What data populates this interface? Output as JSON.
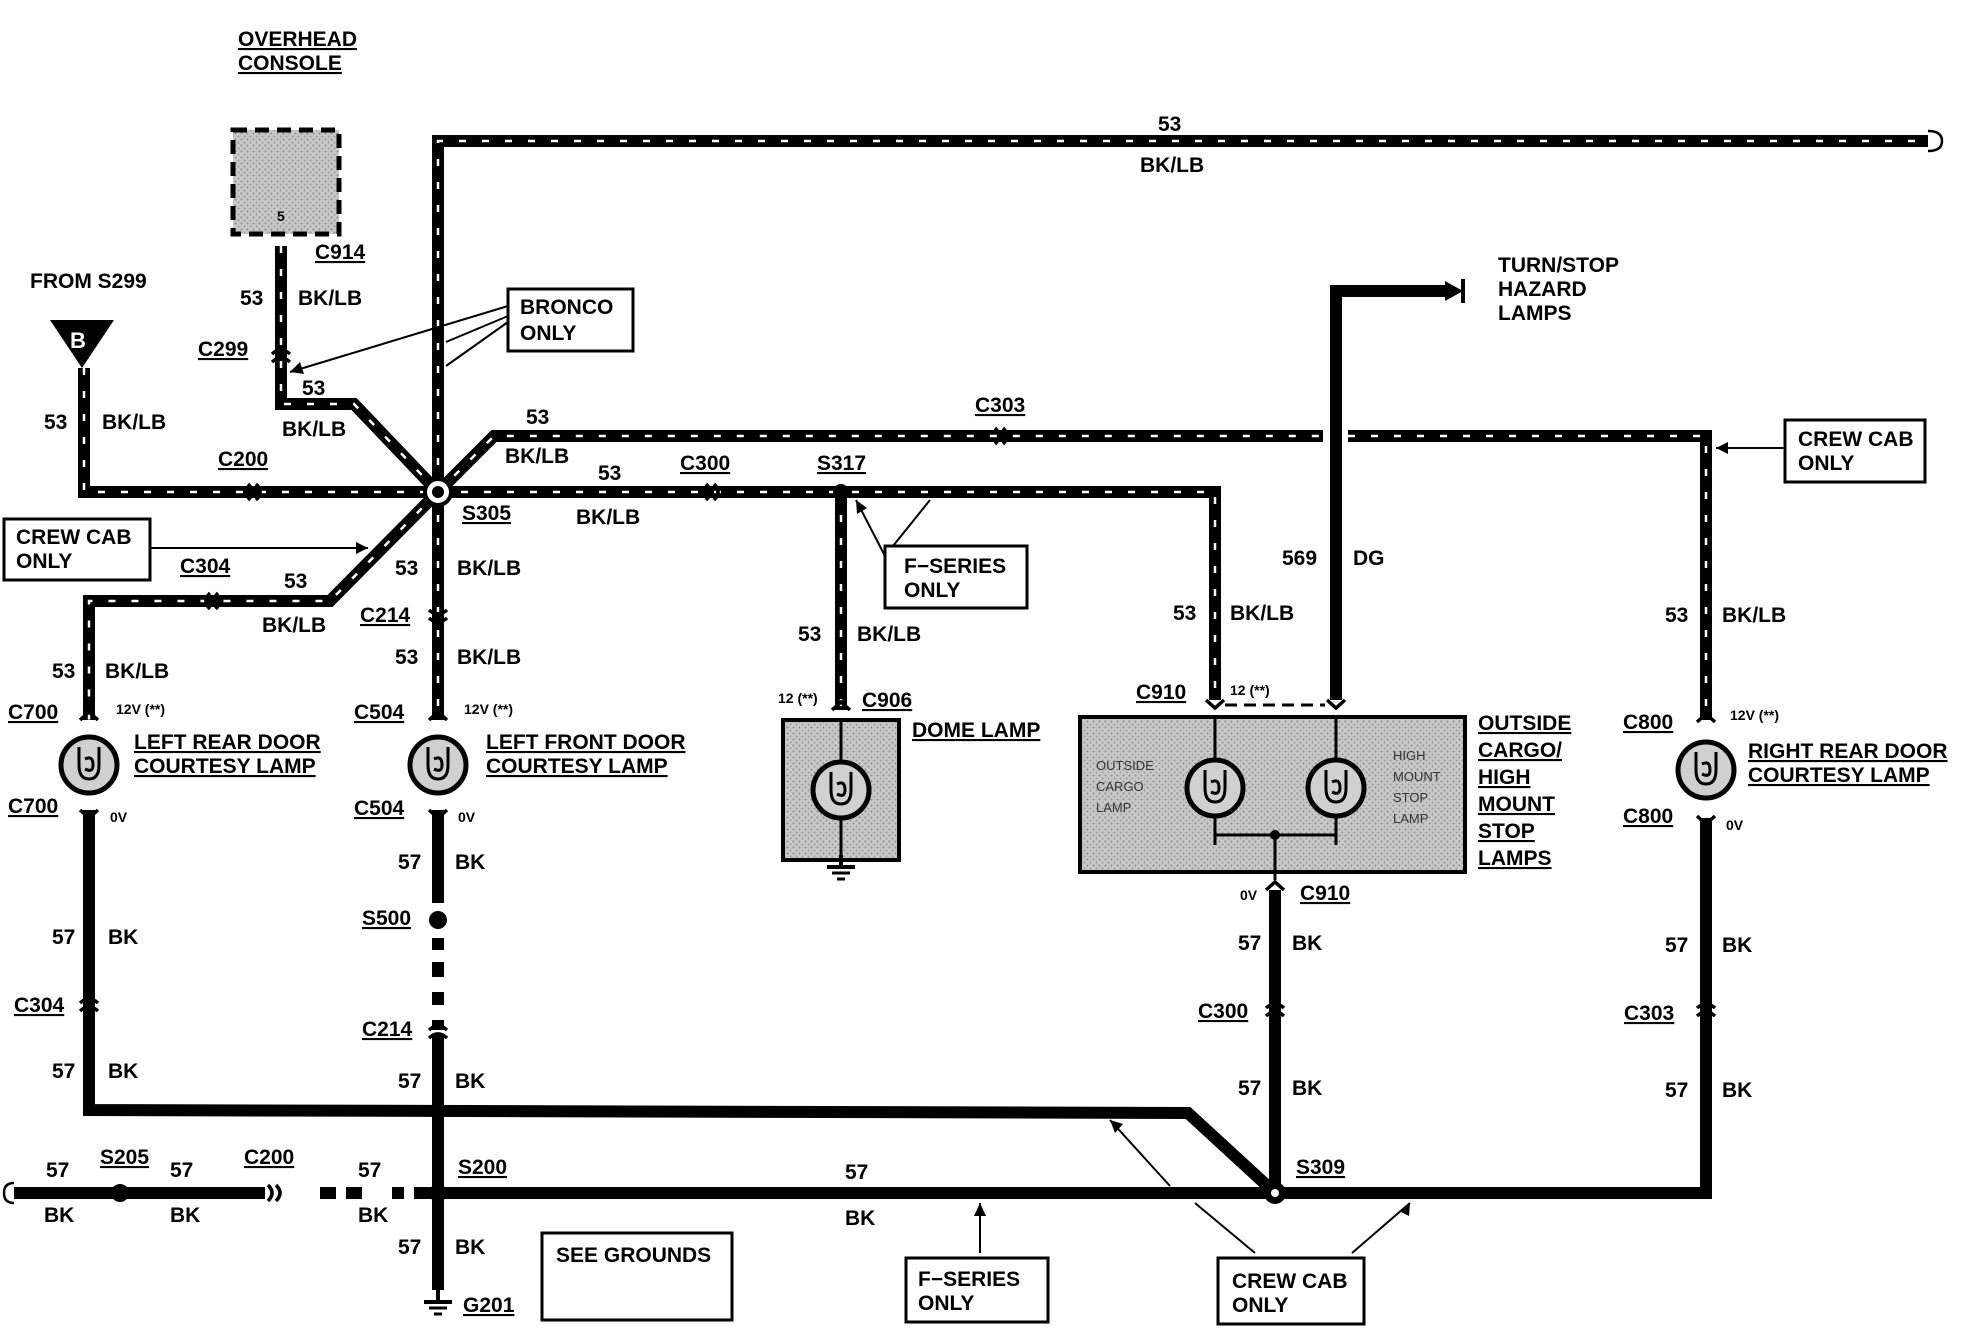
{
  "overhead_console": {
    "line1": "OVERHEAD",
    "line2": "CONSOLE",
    "pin": "5"
  },
  "connectors": {
    "c914": "C914",
    "c299": "C299",
    "c200_top": "C200",
    "c300_top": "C300",
    "s317": "S317",
    "c303_top": "C303",
    "s305": "S305",
    "c304_top": "C304",
    "c214_top": "C214",
    "c700_top": "C700",
    "c504_top": "C504",
    "c906": "C906",
    "c910_top": "C910",
    "c800_top": "C800",
    "c700_bot": "C700",
    "c504_bot": "C504",
    "c800_bot": "C800",
    "c910_bot": "C910",
    "s500": "S500",
    "c304_bot": "C304",
    "c214_bot": "C214",
    "c300_bot": "C300",
    "c303_bot": "C303",
    "s205": "S205",
    "c200_bot": "C200",
    "s200": "S200",
    "s309": "S309",
    "g201": "G201"
  },
  "wires": {
    "num53": "53",
    "num57": "57",
    "num569": "569",
    "bklb": "BK/LB",
    "bk": "BK",
    "dg": "DG"
  },
  "sources": {
    "from_s299": "FROM S299",
    "connector_b": "B"
  },
  "notes": {
    "bronco_1": "BRONCO",
    "bronco_2": "ONLY",
    "crew_cab_1": "CREW CAB",
    "crew_cab_2": "ONLY",
    "f_series_1": "F−SERIES",
    "f_series_2": "ONLY",
    "turn_stop_1": "TURN/STOP",
    "turn_stop_2": "HAZARD",
    "turn_stop_3": "LAMPS",
    "see_grounds": "SEE GROUNDS"
  },
  "voltages": {
    "v12": "12V (**)",
    "v12_short": "12 (**)",
    "v0": "0V"
  },
  "lamps": {
    "left_rear_1": "LEFT REAR DOOR",
    "left_rear_2": "COURTESY LAMP",
    "left_front_1": "LEFT FRONT DOOR",
    "left_front_2": "COURTESY LAMP",
    "dome": "DOME LAMP",
    "right_rear_1": "RIGHT REAR DOOR",
    "right_rear_2": "COURTESY LAMP",
    "cargo_1": "OUTSIDE",
    "cargo_2": "CARGO/",
    "cargo_3": "HIGH",
    "cargo_4": "MOUNT",
    "cargo_5": "STOP",
    "cargo_6": "LAMPS",
    "inner_cargo_1": "OUTSIDE",
    "inner_cargo_2": "CARGO",
    "inner_cargo_3": "LAMP",
    "inner_high_1": "HIGH",
    "inner_high_2": "MOUNT",
    "inner_high_3": "STOP",
    "inner_high_4": "LAMP"
  }
}
